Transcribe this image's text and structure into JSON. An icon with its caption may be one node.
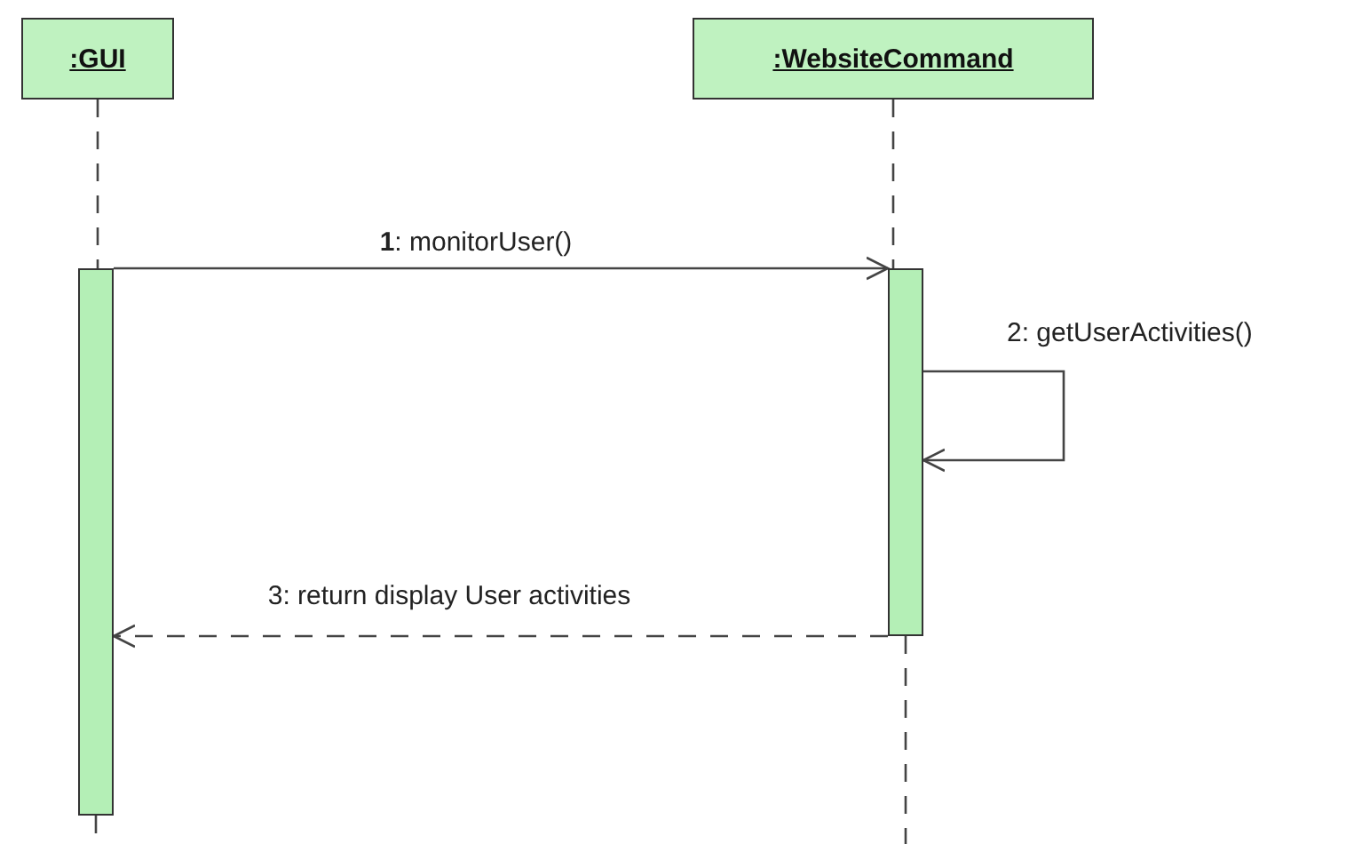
{
  "diagram": {
    "nodes": [
      {
        "text": [
          ":GUI"
        ]
      },
      {
        "text": [
          ":WebsiteCommand"
        ]
      },
      {
        "text": [],
        "shape": "bar"
      },
      {
        "text": [],
        "shape": "bar"
      }
    ],
    "edges": [
      {
        "from": 0,
        "to": 2,
        "arrow": "none",
        "style": "dashed"
      },
      {
        "from": 1,
        "to": 3,
        "arrow": "none",
        "style": "dashed"
      },
      {
        "from": 2,
        "to": 3,
        "arrow": "to",
        "label": "**1**: monitorUser()"
      },
      {
        "from": 3,
        "to": 3,
        "arrow": "to",
        "label": "2: getUserActivities()"
      },
      {
        "from": 3,
        "to": 2,
        "arrow": "to",
        "label": "3: return display User activities",
        "style": "dashed"
      },
      {
        "from": 2,
        "to": null,
        "arrow": "none",
        "style": "dashed"
      },
      {
        "from": 3,
        "to": null,
        "arrow": "none",
        "style": "dashed"
      }
    ]
  }
}
